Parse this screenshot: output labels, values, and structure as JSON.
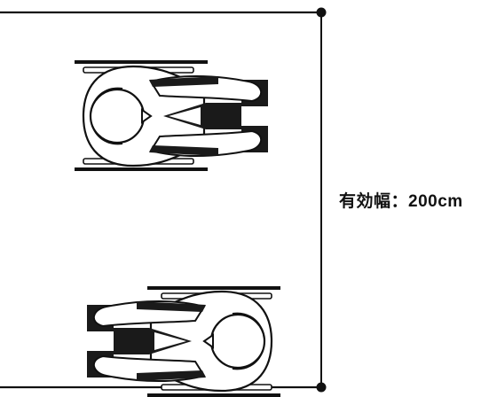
{
  "dimension": {
    "label": "有効幅：200cm",
    "value": 200,
    "unit": "cm"
  },
  "figures": [
    "wheelchair-user",
    "wheelchair-user"
  ],
  "colors": {
    "line": "#111111",
    "fill": "#ffffff",
    "dark": "#1a1a1a"
  }
}
